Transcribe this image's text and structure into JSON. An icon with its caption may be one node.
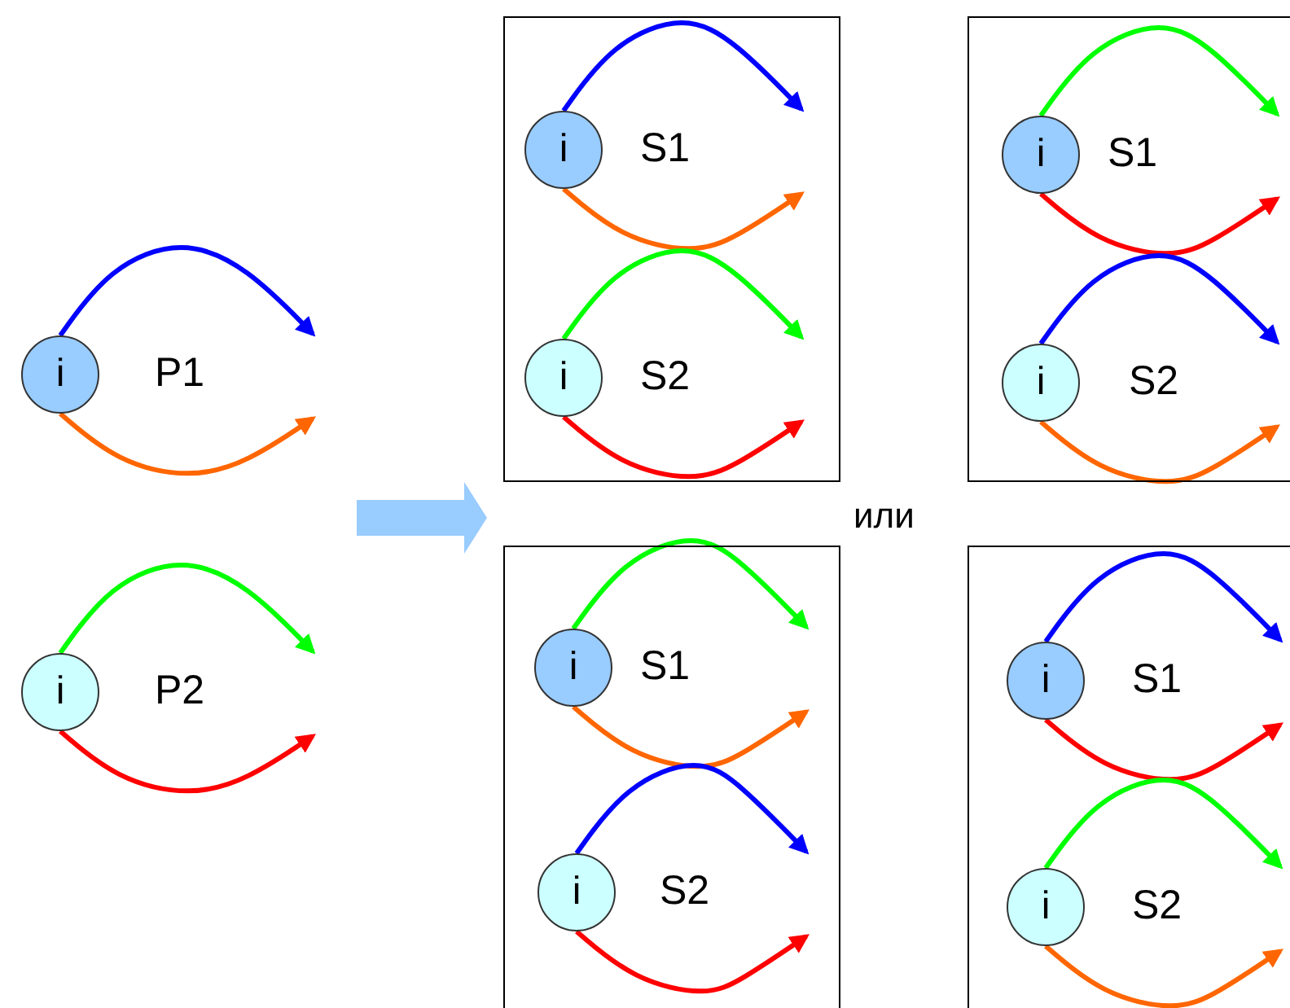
{
  "diagram": {
    "nodes": [
      {
        "text": [
          "i"
        ],
        "beside": [
          "P1"
        ]
      },
      {
        "text": [
          "i"
        ],
        "beside": [
          "P2"
        ]
      },
      {
        "text": [],
        "shape": "box"
      },
      {
        "text": [
          "i"
        ],
        "beside": [
          "S1"
        ],
        "in": 2
      },
      {
        "text": [
          "i"
        ],
        "beside": [
          "S2"
        ],
        "in": 2
      },
      {
        "text": [],
        "shape": "box"
      },
      {
        "text": [
          "i"
        ],
        "beside": [
          "S1"
        ],
        "in": 5
      },
      {
        "text": [
          "i"
        ],
        "beside": [
          "S2"
        ],
        "in": 5
      },
      {
        "text": [],
        "shape": "box"
      },
      {
        "text": [
          "i"
        ],
        "beside": [
          "S1"
        ],
        "in": 8
      },
      {
        "text": [
          "i"
        ],
        "beside": [
          "S2"
        ],
        "in": 8
      },
      {
        "text": [],
        "shape": "box"
      },
      {
        "text": [
          "i"
        ],
        "beside": [
          "S1"
        ],
        "in": 11
      },
      {
        "text": [
          "i"
        ],
        "beside": [
          "S2"
        ],
        "in": 11
      }
    ],
    "edges": [
      {
        "from": 0,
        "to": null,
        "arrow": "to",
        "color": "#0000ff"
      },
      {
        "from": 0,
        "to": null,
        "arrow": "to",
        "color": "#ff6600"
      },
      {
        "from": 1,
        "to": null,
        "arrow": "to",
        "color": "#00ff00"
      },
      {
        "from": 1,
        "to": null,
        "arrow": "to",
        "color": "#ff0000"
      },
      {
        "from": 3,
        "to": null,
        "arrow": "to",
        "color": "#0000ff"
      },
      {
        "from": 3,
        "to": null,
        "arrow": "to",
        "color": "#ff6600"
      },
      {
        "from": 4,
        "to": null,
        "arrow": "to",
        "color": "#00ff00"
      },
      {
        "from": 4,
        "to": null,
        "arrow": "to",
        "color": "#ff0000"
      },
      {
        "from": 6,
        "to": null,
        "arrow": "to",
        "color": "#00ff00"
      },
      {
        "from": 6,
        "to": null,
        "arrow": "to",
        "color": "#ff0000"
      },
      {
        "from": 7,
        "to": null,
        "arrow": "to",
        "color": "#0000ff"
      },
      {
        "from": 7,
        "to": null,
        "arrow": "to",
        "color": "#ff6600"
      },
      {
        "from": 9,
        "to": null,
        "arrow": "to",
        "color": "#00ff00"
      },
      {
        "from": 9,
        "to": null,
        "arrow": "to",
        "color": "#ff6600"
      },
      {
        "from": 10,
        "to": null,
        "arrow": "to",
        "color": "#0000ff"
      },
      {
        "from": 10,
        "to": null,
        "arrow": "to",
        "color": "#ff0000"
      },
      {
        "from": 12,
        "to": null,
        "arrow": "to",
        "color": "#0000ff"
      },
      {
        "from": 12,
        "to": null,
        "arrow": "to",
        "color": "#ff0000"
      },
      {
        "from": 13,
        "to": null,
        "arrow": "to",
        "color": "#00ff00"
      },
      {
        "from": 13,
        "to": null,
        "arrow": "to",
        "color": "#ff6600"
      }
    ],
    "labels": [
      "или"
    ]
  }
}
